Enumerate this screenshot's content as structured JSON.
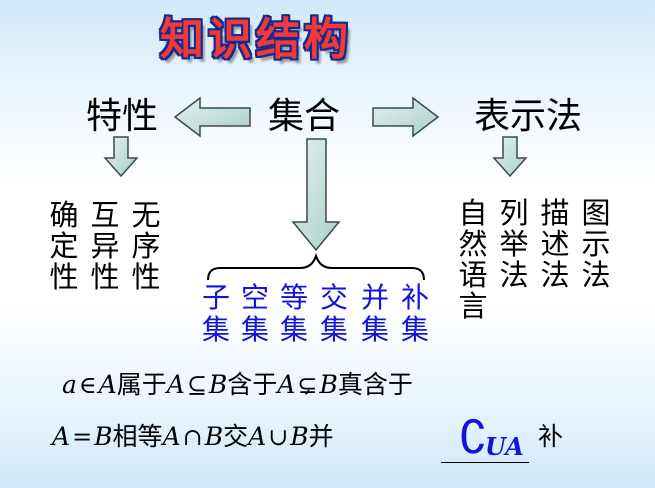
{
  "title": "知识结构",
  "nodes": {
    "properties": "特性",
    "set": "集合",
    "representation": "表示法"
  },
  "properties_list": [
    "确定性",
    "互异性",
    "无序性"
  ],
  "representation_list": [
    "自然语言",
    "列举法",
    "描述法",
    "图示法"
  ],
  "set_types": [
    "子集",
    "空集",
    "等集",
    "交集",
    "并集",
    "补集"
  ],
  "relations": {
    "line1": {
      "a": "a",
      "in": "∈",
      "A1": "A",
      "belongs": "属于",
      "A2": "A",
      "subseteq": "⊆",
      "B1": "B",
      "contained": "含于",
      "A3": "A",
      "subsetneq": "⊊",
      "B2": "B",
      "proper": "真含于"
    },
    "line2": {
      "A1": "A",
      "eq": "=",
      "B1": "B",
      "equal": "相等",
      "A2": "A",
      "cap": "∩",
      "B2": "B",
      "intersect": "交",
      "A3": "A",
      "cup": "∪",
      "B3": "B",
      "union": "并",
      "complement_symbol": "∁",
      "complement_sub": "UA",
      "complement": "补"
    }
  },
  "colors": {
    "title_fill": "#f03a3a",
    "title_outline": "#1a2a8c",
    "arrow_fill": "#c8e1dd",
    "arrow_stroke": "#3a4a4a",
    "set_types_text": "#1414d8"
  }
}
